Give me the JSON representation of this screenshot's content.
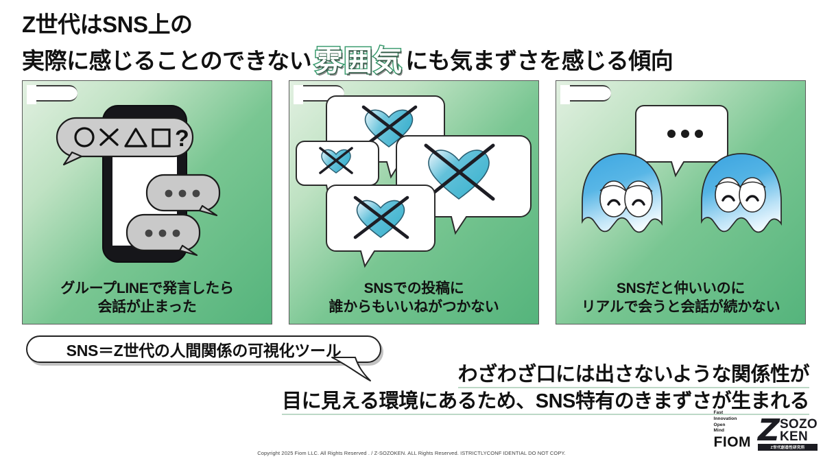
{
  "title": {
    "line1": "Z世代はSNS上の",
    "line2_before": "実際に感じることのできない",
    "line2_highlight": "雰囲気",
    "line2_after": "にも気まずさを感じる傾向",
    "highlight_color": "#3a9b6e"
  },
  "panels": [
    {
      "id": "group-line",
      "caption_line1": "グループLINEで発言したら",
      "caption_line2": "会話が止まった",
      "art": "smartphone-with-chat-bubbles",
      "bubble_text": "〇×△□？",
      "typing_dots": "• • •"
    },
    {
      "id": "no-likes",
      "caption_line1": "SNSでの投稿に",
      "caption_line2": "誰からもいいねがつかない",
      "art": "speech-bubbles-with-crossed-hearts",
      "heart_color": "#4cb8d4",
      "cross_color": "#1d1d24"
    },
    {
      "id": "real-life-silence",
      "caption_line1": "SNSだと仲いいのに",
      "caption_line2": "リアルで会うと会話が続かない",
      "art": "two-blue-ghost-characters",
      "ghost_color_top": "#3fa9e0",
      "ghost_color_bottom": "#eaf6fd",
      "bubble_dots": "• • •"
    }
  ],
  "callout": {
    "text": "SNS＝Z世代の人間関係の可視化ツール"
  },
  "conclusion": {
    "line1": "わざわざ口には出さないような関係性が",
    "line2": "目に見える環境にあるため、SNS特有のきまずさが生まれる",
    "underline_color": "#bcd8c6"
  },
  "footer": {
    "fiom": {
      "tagline": [
        "Fast",
        "Innovation",
        "Open",
        "Mind"
      ],
      "wordmark": "FIOM"
    },
    "sozoken": {
      "letter": "Z",
      "word_top": "SOZO",
      "word_bottom": "KEN",
      "subtitle": "Z世代創造性研究所"
    },
    "copyright": "Copyright 2025 Fiom LLC. All Rights Reserved . / Z-SOZOKEN. ALL Rights Reserved. ISTRICTLYCONF IDENTIAL DO NOT COPY."
  }
}
